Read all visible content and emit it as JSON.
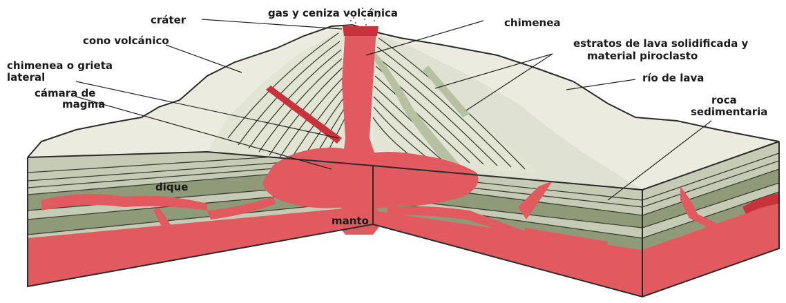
{
  "labels": {
    "gas": "gas y ceniza volcánica",
    "crater": "cráter",
    "cone": "cono volcánico",
    "chimney": "chimenea",
    "strata_line1": "estratos de lava solidificada y",
    "strata_line2": "material piroclasto",
    "lateral_line1": "chimenea o grieta",
    "lateral_line2": "lateral",
    "lava_river": "río de lava",
    "chamber_line1": "cámara de",
    "chamber_line2": "magma",
    "sediment_line1": "roca",
    "sediment_line2": "sedimentaria",
    "dike": "dique",
    "mantle": "manto"
  },
  "colors": {
    "magma": "#e05a5f",
    "magma_dark": "#c8333b",
    "rock_green": "#8e9a78",
    "rock_light": "#d8dccb",
    "cone_surface": "#ebebdf",
    "sediment": "#c5cbb4",
    "outline": "#2a2a2a"
  }
}
